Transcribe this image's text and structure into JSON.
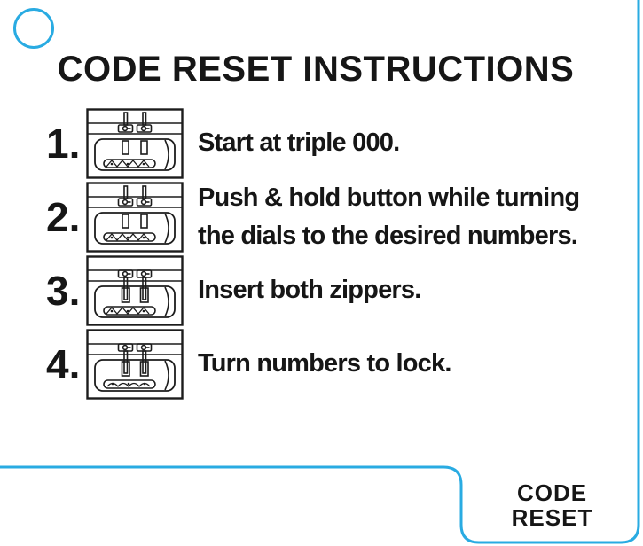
{
  "title": "CODE RESET INSTRUCTIONS",
  "steps": [
    {
      "number": "1.",
      "text": "Start at triple 000.",
      "icon": "lock-zippers-up"
    },
    {
      "number": "2.",
      "text": "Push & hold button while turning the dials to the desired numbers.",
      "icon": "lock-zippers-up"
    },
    {
      "number": "3.",
      "text": "Insert both zippers.",
      "icon": "lock-zippers-inserted"
    },
    {
      "number": "4.",
      "text": "Turn numbers to lock.",
      "icon": "lock-zippers-inserted"
    }
  ],
  "footer": {
    "line1": "CODE",
    "line2": "RESET"
  },
  "colors": {
    "accent": "#29ABE2",
    "ink": "#1a1a1a"
  }
}
